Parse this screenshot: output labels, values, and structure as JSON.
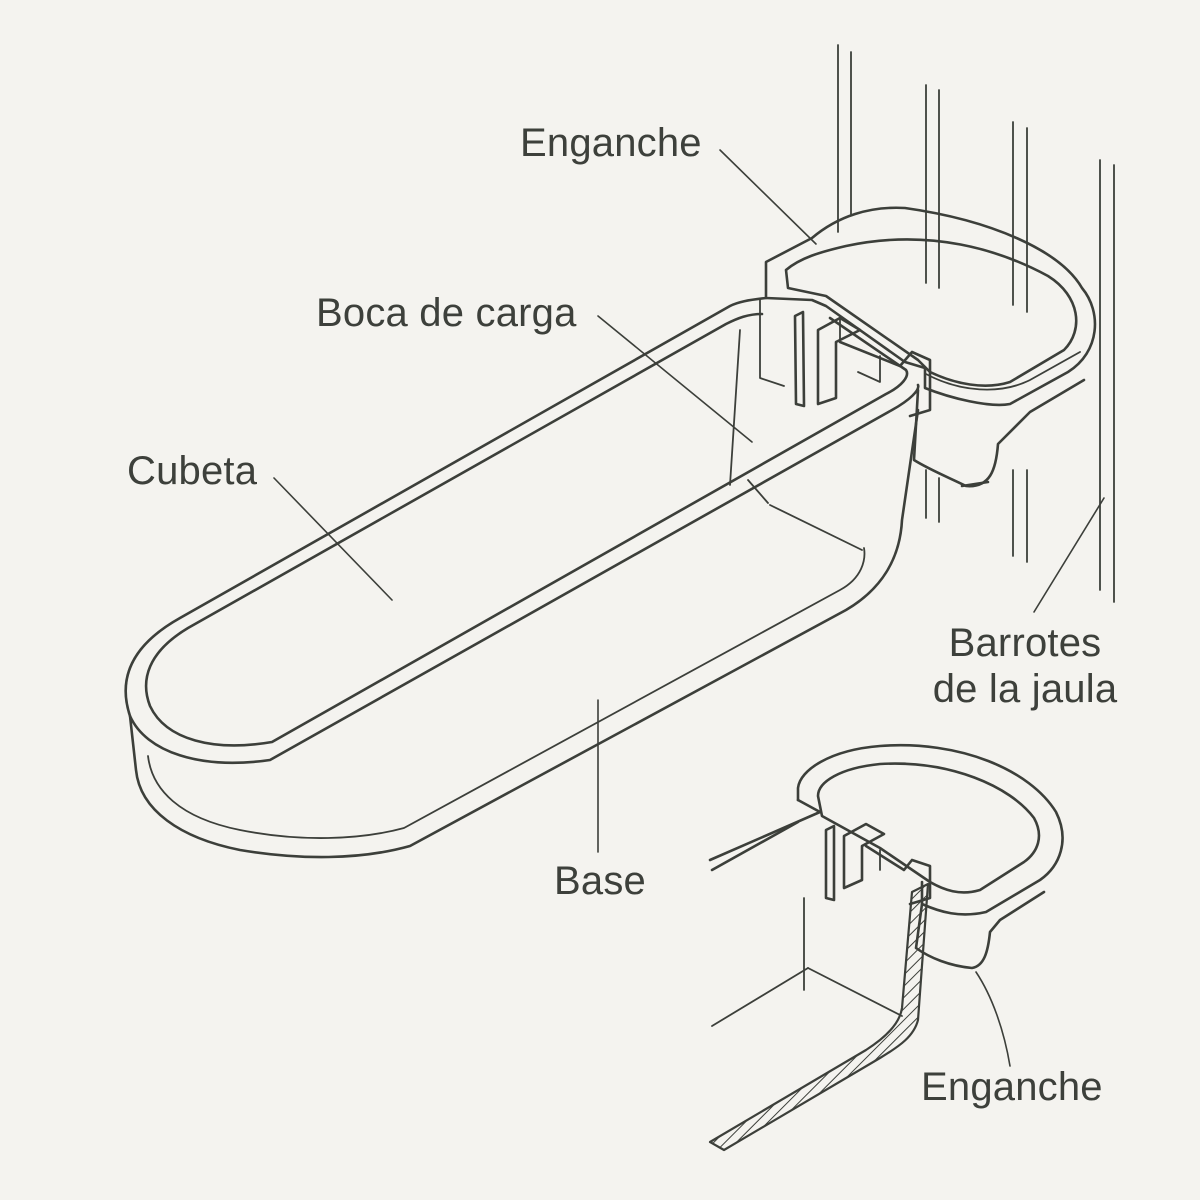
{
  "labels": {
    "enganche_top": "Enganche",
    "boca_de_carga": "Boca de carga",
    "cubeta": "Cubeta",
    "barrotes_line1": "Barrotes",
    "barrotes_line2": "de la jaula",
    "base": "Base",
    "enganche_bottom": "Enganche"
  },
  "colors": {
    "background": "#f4f3ef",
    "ink": "#3c3f3a"
  }
}
